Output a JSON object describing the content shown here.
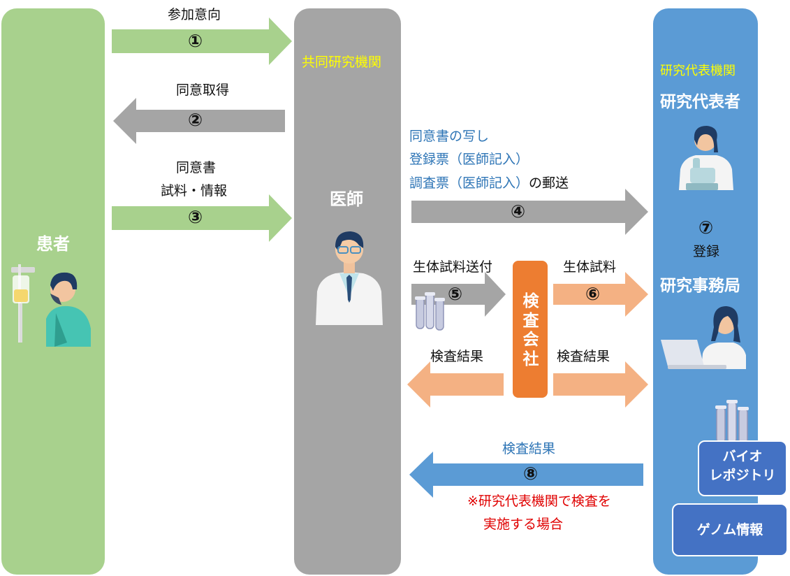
{
  "columns": {
    "patient": {
      "label": "患者"
    },
    "doctor": {
      "org": "共同研究機関",
      "label": "医師"
    },
    "rep": {
      "org": "研究代表機関",
      "label": "研究代表者",
      "step7": "⑦",
      "step7_label": "登録",
      "office": "研究事務局"
    }
  },
  "lab": {
    "label": "検査会社"
  },
  "steps": {
    "s1": {
      "num": "①",
      "label": "参加意向"
    },
    "s2": {
      "num": "②",
      "label": "同意取得"
    },
    "s3": {
      "num": "③",
      "line1": "同意書",
      "line2": "試料・情報"
    },
    "s4": {
      "num": "④",
      "line1": "同意書の写し",
      "line2": "登録票（医師記入）",
      "line3": "調査票（医師記入）",
      "line3_suffix": "の郵送"
    },
    "s5": {
      "num": "⑤",
      "label": "生体試料送付"
    },
    "s6": {
      "num": "⑥",
      "label": "生体試料"
    },
    "result_left": "検査結果",
    "result_right": "検査結果",
    "s8": {
      "num": "⑧",
      "label": "検査結果",
      "note1": "※研究代表機関で検査を",
      "note2": "実施する場合"
    }
  },
  "boxes": {
    "biorepo_line1": "バイオ",
    "biorepo_line2": "レポジトリ",
    "genome": "ゲノム情報"
  },
  "colors": {
    "patient": "#a8d18d",
    "doctor": "#a5a5a5",
    "rep": "#5b9bd5",
    "lab": "#ed7d31",
    "arrow_green": "#a8d18d",
    "arrow_gray": "#a5a5a5",
    "arrow_orange": "#f4b183",
    "arrow_blue": "#5b9bd5",
    "box_blue": "#4472c4"
  },
  "icons": [
    "doctor-illustration",
    "patient-iv-illustration",
    "researcher-microscope-illustration",
    "office-laptop-illustration",
    "test-tubes-icon"
  ]
}
